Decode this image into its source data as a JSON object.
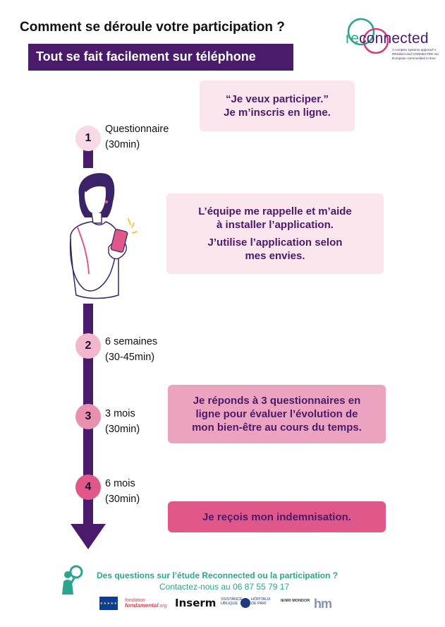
{
  "header": {
    "title": "Comment se déroule votre participation ?",
    "banner": "Tout se fait facilement sur téléphone"
  },
  "logo": {
    "prefix": "re",
    "rest": "connected",
    "tagline": [
      "A complex systems approach t",
      "RESilient and CONNECTED soc",
      "European communities in time"
    ]
  },
  "steps": [
    {
      "number": "1",
      "label_line1": "Questionnaire",
      "label_line2": "(30min)",
      "color": "#f8d9e6"
    },
    {
      "number": "2",
      "label_line1": "6 semaines",
      "label_line2": "(30-45min)",
      "color": "#f2b7cd"
    },
    {
      "number": "3",
      "label_line1": "3 mois",
      "label_line2": "(30min)",
      "color": "#e98fb0"
    },
    {
      "number": "4",
      "label_line1": "6 mois",
      "label_line2": "(30min)",
      "color": "#e0588a"
    }
  ],
  "boxes": {
    "signup": {
      "line1": "“Je veux participer.”",
      "line2": "Je m’inscris en ligne.",
      "color": "#fbe6ee"
    },
    "install": {
      "line1": "L’équipe me rappelle et m’aide",
      "line2": "à installer l’application.",
      "line3": "J’utilise l’application selon",
      "line4": "mes envies.",
      "color": "#fbe6ee"
    },
    "questionnaires": {
      "line1": "Je réponds à 3 questionnaires en",
      "line2": "ligne pour évaluer l’évolution de",
      "line3": "mon bien-être au cours du temps.",
      "color": "#eca3bf"
    },
    "compensation": {
      "line1": "Je reçois mon indemnisation.",
      "color": "#e0588a"
    }
  },
  "footer": {
    "question": "Des questions sur l’étude Reconnected ou la participation ?",
    "contact": "Contactez-nous au 06 87 55 79 17"
  },
  "partners": {
    "fondation_line1": "fondation",
    "fondation_line2": "fondamental",
    "fondation_suffix": ".org",
    "inserm": "Inserm",
    "aphp_left_line1": "SSISTANCE",
    "aphp_left_line2": "UBLIQUE",
    "aphp_right_line1": "HÔPITAUX",
    "aphp_right_line2": "DE PARI",
    "mondor": "IENRI MONDOR",
    "hm": "hm"
  },
  "colors": {
    "purple": "#4a1a6b",
    "teal": "#2aa58e",
    "pink": "#e0588a"
  }
}
